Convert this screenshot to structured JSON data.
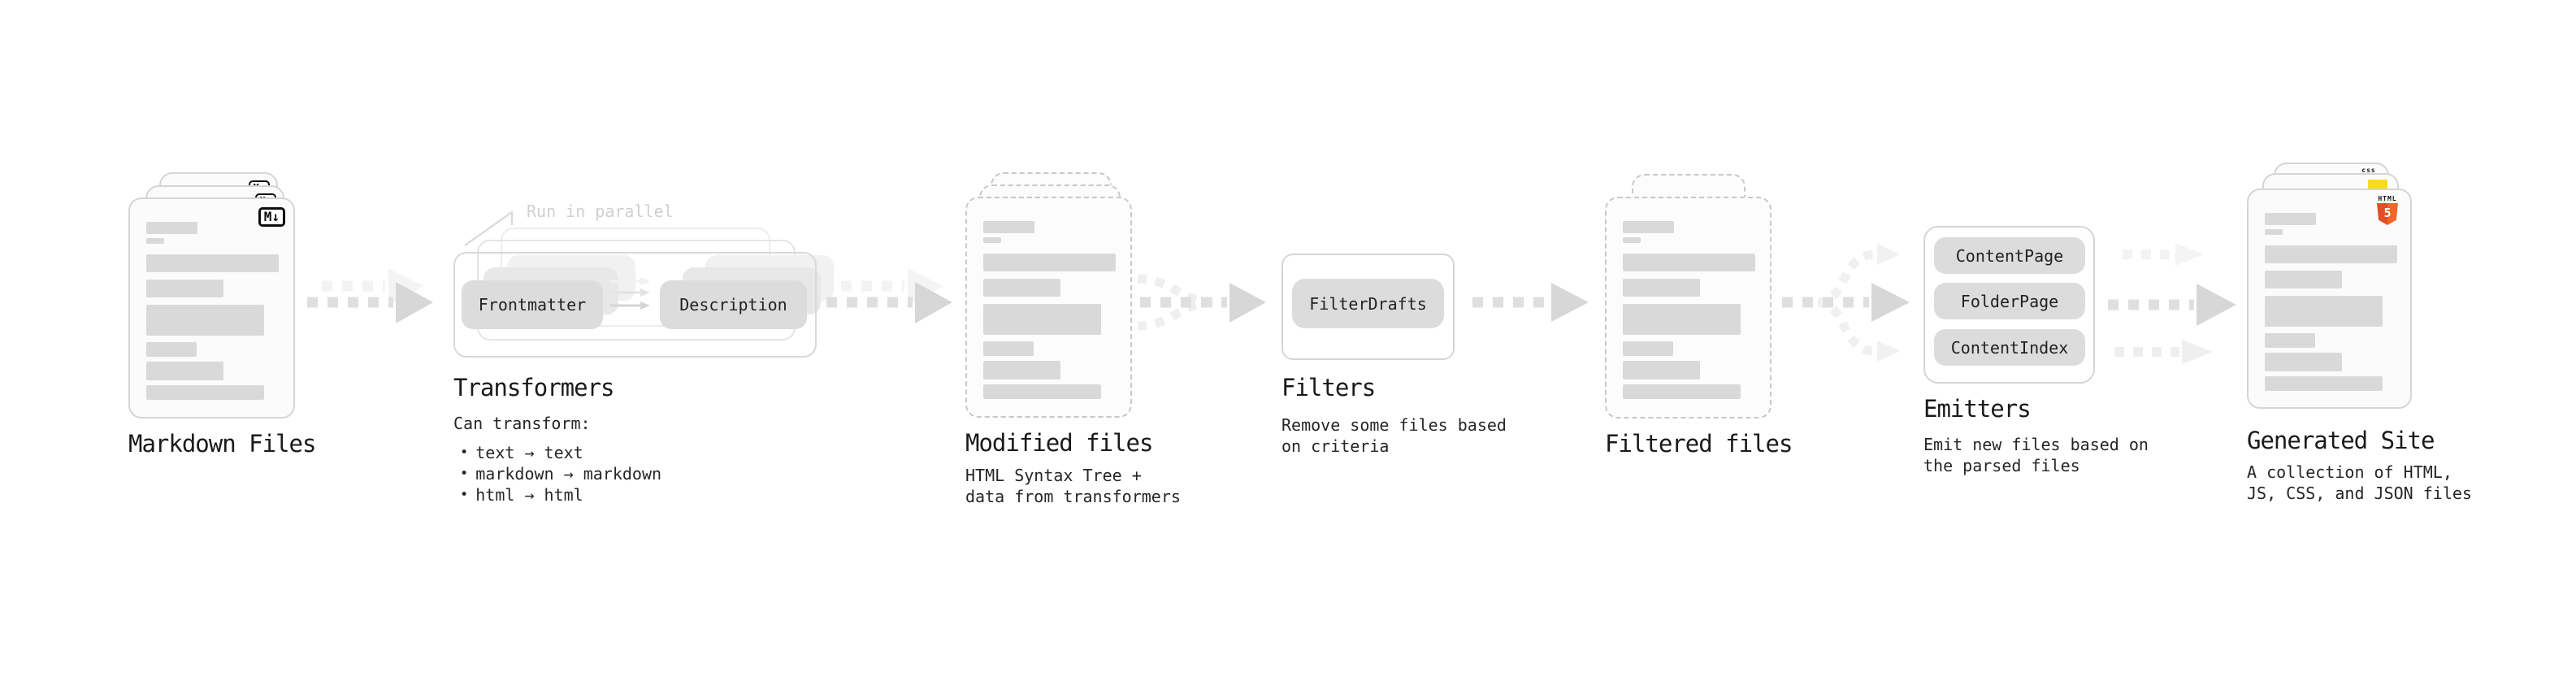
{
  "colors": {
    "html5_orange": "#e44d26",
    "js_yellow": "#f5de19",
    "css_blue": "#2965f1"
  },
  "markdown": {
    "title": "Markdown Files",
    "badge": "M↓"
  },
  "transformers": {
    "note": "Run in parallel",
    "step1": "Frontmatter",
    "step2": "Description",
    "title": "Transformers",
    "desc_heading": "Can transform:",
    "bullet": "•",
    "bullets": [
      "text → text",
      "markdown → markdown",
      "html → html"
    ]
  },
  "modified": {
    "title": "Modified files",
    "desc_lines": [
      "HTML Syntax Tree +",
      "data from transformers"
    ]
  },
  "filters": {
    "button": "FilterDrafts",
    "title": "Filters",
    "desc_lines": [
      "Remove some files based",
      "on criteria"
    ]
  },
  "filtered": {
    "title": "Filtered files"
  },
  "emitters": {
    "buttons": [
      "ContentPage",
      "FolderPage",
      "ContentIndex"
    ],
    "title": "Emitters",
    "desc_lines": [
      "Emit new files based on",
      "the parsed files"
    ]
  },
  "generated": {
    "title": "Generated Site",
    "desc_lines": [
      "A collection of HTML,",
      "JS, CSS, and JSON files"
    ],
    "badge_html": "HTML",
    "badge_html_num": "5",
    "badge_css": "css"
  }
}
